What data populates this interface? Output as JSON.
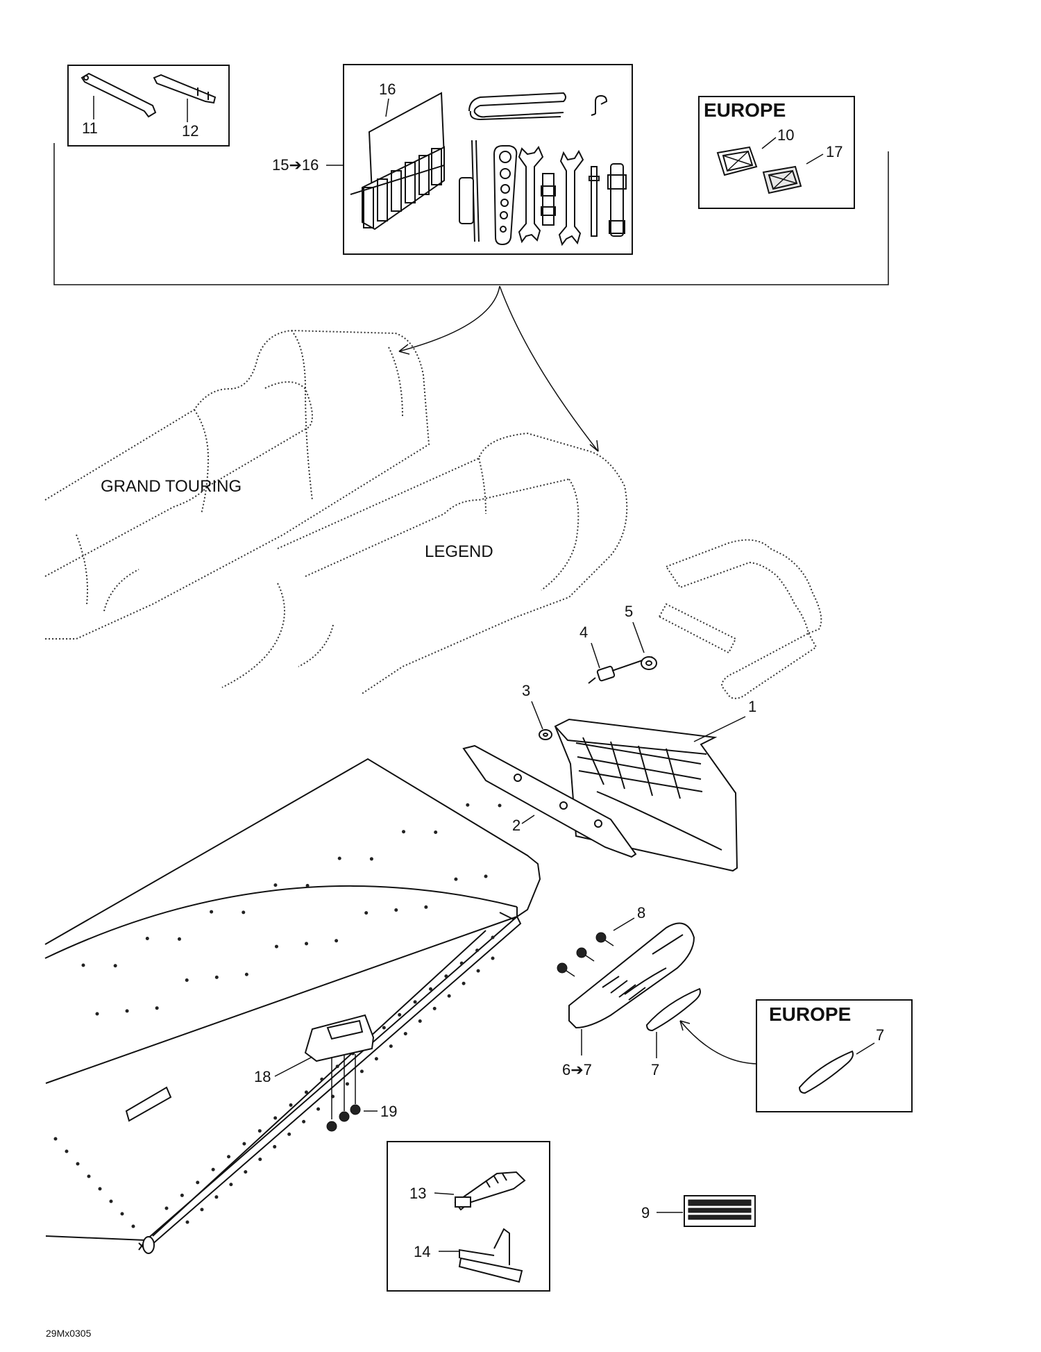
{
  "labels": {
    "p1": "1",
    "p2": "2",
    "p3": "3",
    "p4": "4",
    "p5": "5",
    "p6": "6➔7",
    "p7a": "7",
    "p7b": "7",
    "p8": "8",
    "p9": "9",
    "p10": "10",
    "p11": "11",
    "p12": "12",
    "p13": "13",
    "p14": "14",
    "p15": "15➔16",
    "p16": "16",
    "p17": "17",
    "p18": "18",
    "p19": "19"
  },
  "region_top": "EUROPE",
  "region_bottom": "EUROPE",
  "seat_grand_touring": "GRAND TOURING",
  "seat_legend": "LEGEND",
  "figure_code": "29Mx0305"
}
